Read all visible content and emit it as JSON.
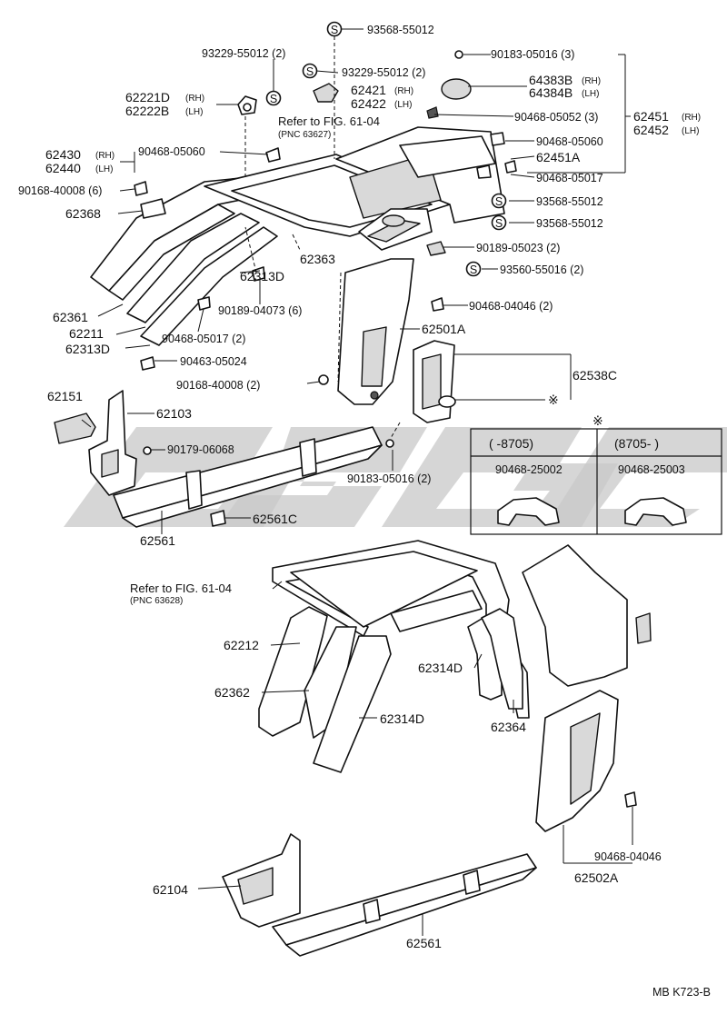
{
  "labels": {
    "p93568_55012_a": "93568-55012",
    "p93229_55012_a": "93229-55012 (2)",
    "p93229_55012_b": "93229-55012 (2)",
    "p90183_05016_3": "90183-05016 (3)",
    "p64383B": "64383B",
    "p64384B": "64384B",
    "p62421": "62421",
    "p62422": "62422",
    "p62221D": "62221D",
    "p62222B": "62222B",
    "p90468_05052": "90468-05052 (3)",
    "p62451": "62451",
    "p62452": "62452",
    "p62430": "62430",
    "p62440": "62440",
    "p90468_05060_a": "90468-05060",
    "p90468_05060_b": "90468-05060",
    "p62451A": "62451A",
    "p90468_05017_a": "90468-05017",
    "p90168_40008_6": "90168-40008 (6)",
    "p93568_55012_b": "93568-55012",
    "p62368": "62368",
    "p93568_55012_c": "93568-55012",
    "p62363": "62363",
    "p90189_05023": "90189-05023 (2)",
    "p62313D_a": "62313D",
    "p93560_55016": "93560-55016 (2)",
    "p90189_04073": "90189-04073 (6)",
    "p90468_04046_2": "90468-04046 (2)",
    "p62361": "62361",
    "p62501A": "62501A",
    "p62211": "62211",
    "p90468_05017_2": "90468-05017 (2)",
    "p62313D_b": "62313D",
    "p90463_05024": "90463-05024",
    "p62538C": "62538C",
    "p90168_40008_2": "90168-40008 (2)",
    "p62151": "62151",
    "p62103": "62103",
    "p90179_06068": "90179-06068",
    "p90183_05016_2": "90183-05016 (2)",
    "p62561C": "62561C",
    "p62561_a": "62561",
    "p62212": "62212",
    "p62362": "62362",
    "p62314D_a": "62314D",
    "p62314D_b": "62314D",
    "p62364": "62364",
    "p62104": "62104",
    "p62561_b": "62561",
    "p90468_04046": "90468-04046",
    "p62502A": "62502A"
  },
  "suffix": {
    "rh": "(RH)",
    "lh": "(LH)"
  },
  "refs": {
    "fig1_line1": "Refer to FIG. 61-04",
    "fig1_line2": "(PNC 63627)",
    "fig2_line1": "Refer to FIG. 61-04",
    "fig2_line2": "(PNC 63628)"
  },
  "s_marker": "S",
  "note_table": {
    "marker": "※",
    "col1_header": "(        -8705)",
    "col2_header": "(8705-          )",
    "col1_part": "90468-25002",
    "col2_part": "90468-25003"
  },
  "footer_code": "MB  K723-B"
}
